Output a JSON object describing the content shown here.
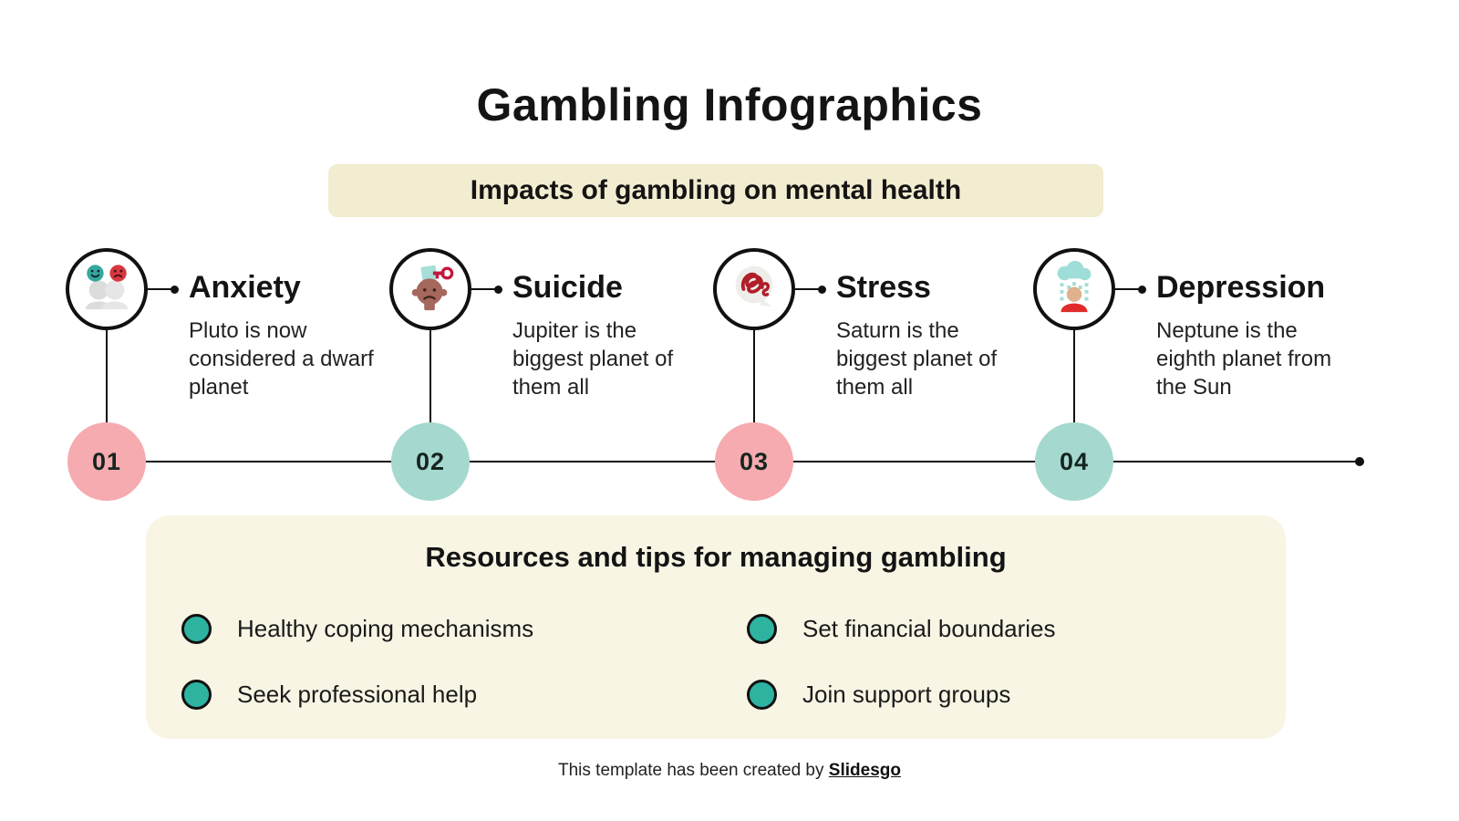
{
  "title": "Gambling Infographics",
  "subtitle": "Impacts of gambling on mental health",
  "timeline": {
    "items": [
      {
        "number": "01",
        "label": "Anxiety",
        "description": "Pluto is now considered a dwarf planet",
        "icon": "two-faces-happy-sad-icon",
        "number_color": "#f5abaf"
      },
      {
        "number": "02",
        "label": "Suicide",
        "description": "Jupiter is the biggest planet of them all",
        "icon": "sad-head-lock-key-icon",
        "number_color": "#a5d9cf"
      },
      {
        "number": "03",
        "label": "Stress",
        "description": "Saturn is the biggest planet of them all",
        "icon": "scribble-thought-bubble-icon",
        "number_color": "#f5abaf"
      },
      {
        "number": "04",
        "label": "Depression",
        "description": "Neptune is the eighth planet from the Sun",
        "icon": "rain-cloud-person-icon",
        "number_color": "#a5d9cf"
      }
    ]
  },
  "resources": {
    "heading": "Resources and tips for managing gambling",
    "items": [
      "Healthy coping mechanisms",
      "Seek professional help",
      "Set financial boundaries",
      "Join support groups"
    ]
  },
  "footer": {
    "text": "This template has been created by ",
    "brand": "Slidesgo"
  },
  "colors": {
    "background": "#ffffff",
    "text": "#1a1a1a",
    "subtitle_band": "#f2ecd0",
    "resources_box": "#f9f5e4",
    "timeline_pink": "#f5abaf",
    "timeline_teal": "#a5d9cf",
    "bullet_teal": "#2eb3a1",
    "icon_red": "#d63740",
    "icon_teal": "#9fded8"
  }
}
